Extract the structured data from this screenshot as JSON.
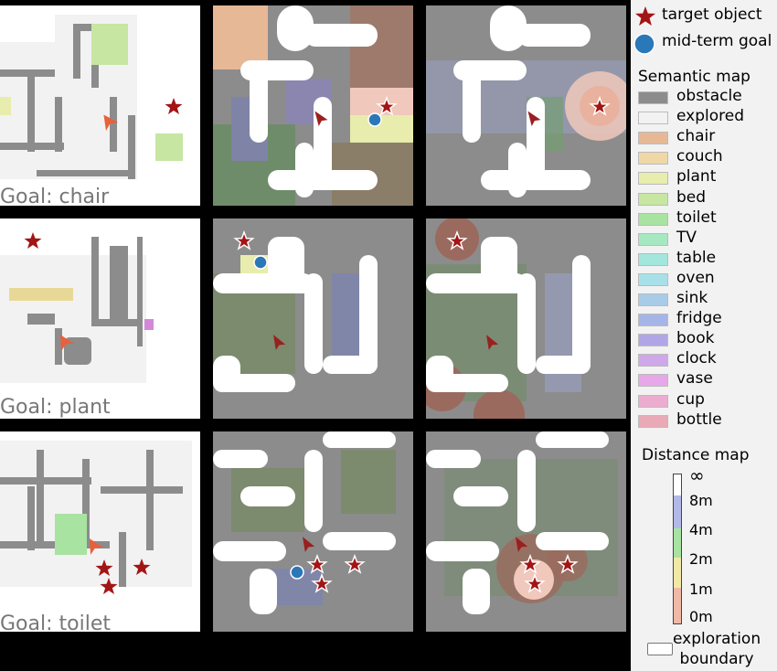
{
  "rows": [
    {
      "goal_label": "Goal: chair"
    },
    {
      "goal_label": "Goal: plant"
    },
    {
      "goal_label": "Goal: toilet"
    }
  ],
  "legend": {
    "target_object": "target object",
    "mid_term_goal": "mid-term goal",
    "semantic_title": "Semantic map",
    "semantic_items": [
      {
        "label": "obstacle",
        "color": "#8c8c8c"
      },
      {
        "label": "explored",
        "color": "#f2f2f2"
      },
      {
        "label": "chair",
        "color": "#e6b896"
      },
      {
        "label": "couch",
        "color": "#f0d7a6"
      },
      {
        "label": "plant",
        "color": "#e8ecac"
      },
      {
        "label": "bed",
        "color": "#c6e6a2"
      },
      {
        "label": "toilet",
        "color": "#a9e3a2"
      },
      {
        "label": "TV",
        "color": "#a6e8c2"
      },
      {
        "label": "table",
        "color": "#a3e6dc"
      },
      {
        "label": "oven",
        "color": "#a8e0ea"
      },
      {
        "label": "sink",
        "color": "#a8cbe8"
      },
      {
        "label": "fridge",
        "color": "#a6b5e8"
      },
      {
        "label": "book",
        "color": "#b0a6e6"
      },
      {
        "label": "clock",
        "color": "#cfa8ea"
      },
      {
        "label": "vase",
        "color": "#e6a8e8"
      },
      {
        "label": "cup",
        "color": "#ecaccf"
      },
      {
        "label": "bottle",
        "color": "#eaa9b6"
      }
    ],
    "distance_title": "Distance map",
    "distance_ticks": [
      "∞",
      "8m",
      "4m",
      "2m",
      "1m",
      "0m"
    ],
    "boundary_label_1": "exploration",
    "boundary_label_2": "boundary"
  },
  "colors": {
    "target": "#a31515",
    "goal": "#2a78b8",
    "agent": "#e8603c",
    "agent_dark": "#9a2020"
  }
}
